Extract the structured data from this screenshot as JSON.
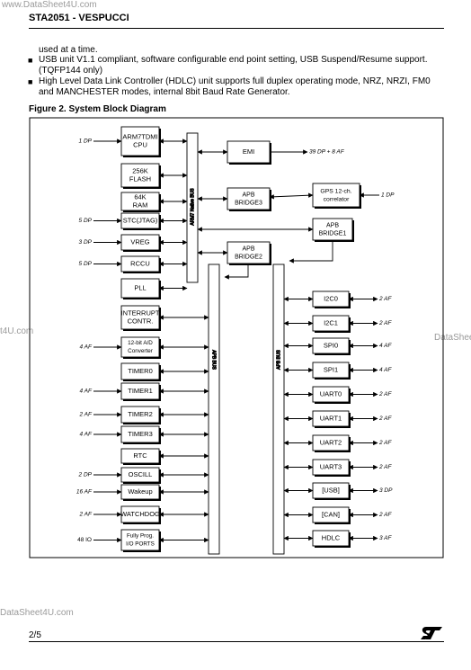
{
  "watermarks": {
    "top": "www.DataSheet4U.com",
    "left": "t4U.com",
    "right": "DataShee",
    "bottom": "DataSheet4U.com"
  },
  "header": {
    "title": "STA2051 - VESPUCCI"
  },
  "text": {
    "line0": "used at a time.",
    "bullet_symbol": "■",
    "bullet1": "USB unit V1.1 compliant, software configurable end point setting, USB Suspend/Resume  support. (TQFP144 only)",
    "bullet2": "High Level Data Link Controller (HDLC) unit supports full duplex operating mode, NRZ, NRZI, FM0 and MANCHESTER modes, internal 8bit Baud Rate Generator."
  },
  "figure": {
    "title": "Figure 2. System Block Diagram",
    "left_blocks": [
      {
        "line1": "ARM7TDMI",
        "line2": "CPU",
        "pin": "1 DP"
      },
      {
        "line1": "256K",
        "line2": "FLASH",
        "pin": ""
      },
      {
        "line1": "64K",
        "line2": "RAM",
        "pin": ""
      },
      {
        "line1": "STC(JTAG)",
        "line2": "",
        "pin": "5 DP"
      },
      {
        "line1": "VREG",
        "line2": "",
        "pin": "3 DP"
      },
      {
        "line1": "RCCU",
        "line2": "",
        "pin": "5 DP"
      },
      {
        "line1": "PLL",
        "line2": "",
        "pin": ""
      },
      {
        "line1": "INTERRUPT",
        "line2": "CONTR.",
        "pin": ""
      },
      {
        "line1": "12-bit A/D",
        "line2": "Converter",
        "pin": "4 AF"
      },
      {
        "line1": "TIMER0",
        "line2": "",
        "pin": ""
      },
      {
        "line1": "TIMER1",
        "line2": "",
        "pin": "4 AF"
      },
      {
        "line1": "TIMER2",
        "line2": "",
        "pin": "2 AF"
      },
      {
        "line1": "TIMER3",
        "line2": "",
        "pin": "4 AF"
      },
      {
        "line1": "RTC",
        "line2": "",
        "pin": ""
      },
      {
        "line1": "OSCILL",
        "line2": "",
        "pin": "2 DP"
      },
      {
        "line1": "Wakeup",
        "line2": "",
        "pin": "16 AF"
      },
      {
        "line1": "WATCHDOG",
        "line2": "",
        "pin": "2 AF"
      },
      {
        "line1": "Fully Prog.",
        "line2": "I/O PORTS",
        "pin": "48 IO"
      }
    ],
    "middle_blocks": {
      "emi": {
        "label": "EMI",
        "pin": "39 DP + 8 AF"
      },
      "bridge3": {
        "line1": "APB",
        "line2": "BRIDGE3"
      },
      "bridge2": {
        "line1": "APB",
        "line2": "BRIDGE2"
      },
      "gps": {
        "line1": "GPS 12-ch.",
        "line2": "correlator",
        "pin": "1 DP"
      },
      "bridge1": {
        "line1": "APB",
        "line2": "BRIDGE1"
      }
    },
    "buses": {
      "arm_bus": "ARM7 Native BUS",
      "apb_bus_left": "APB BUS",
      "apb_bus_right": "APB BUS"
    },
    "right_blocks": [
      {
        "label": "I2C0",
        "pin": "2 AF"
      },
      {
        "label": "I2C1",
        "pin": "2 AF"
      },
      {
        "label": "SPI0",
        "pin": "4 AF"
      },
      {
        "label": "SPI1",
        "pin": "4 AF"
      },
      {
        "label": "UART0",
        "pin": "2 AF"
      },
      {
        "label": "UART1",
        "pin": "2 AF"
      },
      {
        "label": "UART2",
        "pin": "2 AF"
      },
      {
        "label": "UART3",
        "pin": "2 AF"
      },
      {
        "label": "[USB]",
        "pin": "3 DP"
      },
      {
        "label": "[CAN]",
        "pin": "2 AF"
      },
      {
        "label": "HDLC",
        "pin": "3 AF"
      }
    ]
  },
  "footer": {
    "page": "2/5",
    "logo": "ST"
  }
}
